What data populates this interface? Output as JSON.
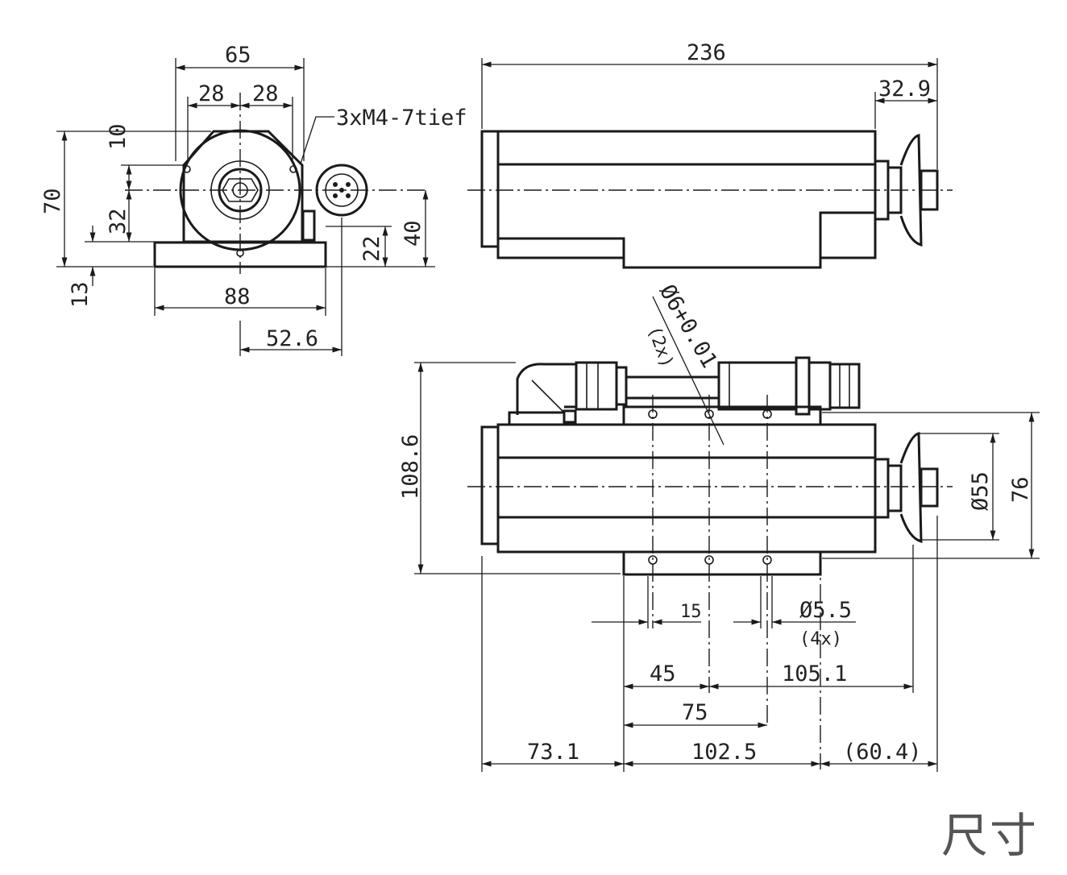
{
  "caption": "尺寸",
  "front_view": {
    "width_top": "65",
    "half_left": "28",
    "half_right": "28",
    "thread_note": "3xM4-7tief",
    "height_total": "70",
    "offset_top": "10",
    "offset_axis": "32",
    "base_height": "13",
    "base_width": "88",
    "connector_offset": "52.6",
    "connector_height_a": "22",
    "connector_height_b": "40"
  },
  "side_view": {
    "length_total": "236",
    "nose_length": "32.9"
  },
  "top_view": {
    "pin_diameter": "Ø6+0.01",
    "pin_count": "(2x)",
    "overall_height": "108.6",
    "flange_diameter": "Ø55",
    "body_height": "76",
    "hole_spacing_small": "15",
    "hole_diameter": "Ø5.5",
    "hole_count": "(4x)",
    "dim_45": "45",
    "dim_105_1": "105.1",
    "dim_75": "75",
    "dim_73_1": "73.1",
    "dim_102_5": "102.5",
    "dim_60_4": "(60.4)"
  }
}
